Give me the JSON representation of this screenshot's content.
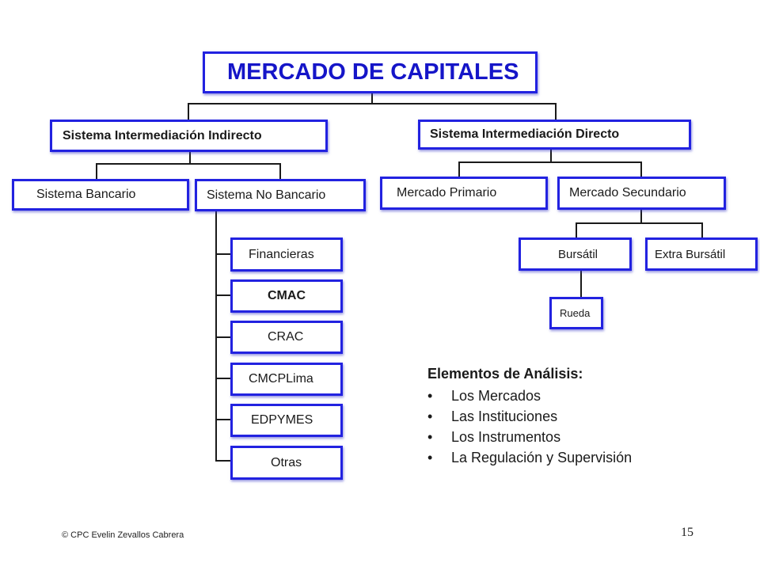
{
  "root": {
    "label": "MERCADO DE CAPITALES"
  },
  "indirect": {
    "label": "Sistema Intermediación Indirecto"
  },
  "direct": {
    "label": "Sistema Intermediación Directo"
  },
  "banking": {
    "label": "Sistema Bancario"
  },
  "nonbanking": {
    "label": "Sistema No Bancario"
  },
  "nonbanking_items": [
    "Financieras",
    "CMAC",
    "CRAC",
    "CMCPLima",
    "EDPYMES",
    "Otras"
  ],
  "primary": {
    "label": "Mercado Primario"
  },
  "secondary": {
    "label": "Mercado Secundario"
  },
  "bursatil": {
    "label": "Bursátil"
  },
  "extra_bursatil": {
    "label": "Extra Bursátil"
  },
  "rueda": {
    "label": "Rueda"
  },
  "analysis": {
    "title": "Elementos de Análisis:",
    "bullet": "•",
    "items": [
      "Los Mercados",
      "Las Instituciones",
      "Los Instrumentos",
      "La Regulación y Supervisión"
    ]
  },
  "footer": {
    "copyright": "© CPC Evelin Zevallos Cabrera",
    "page": "15"
  },
  "colors": {
    "border": "#2222e0",
    "title": "#1515c8"
  }
}
